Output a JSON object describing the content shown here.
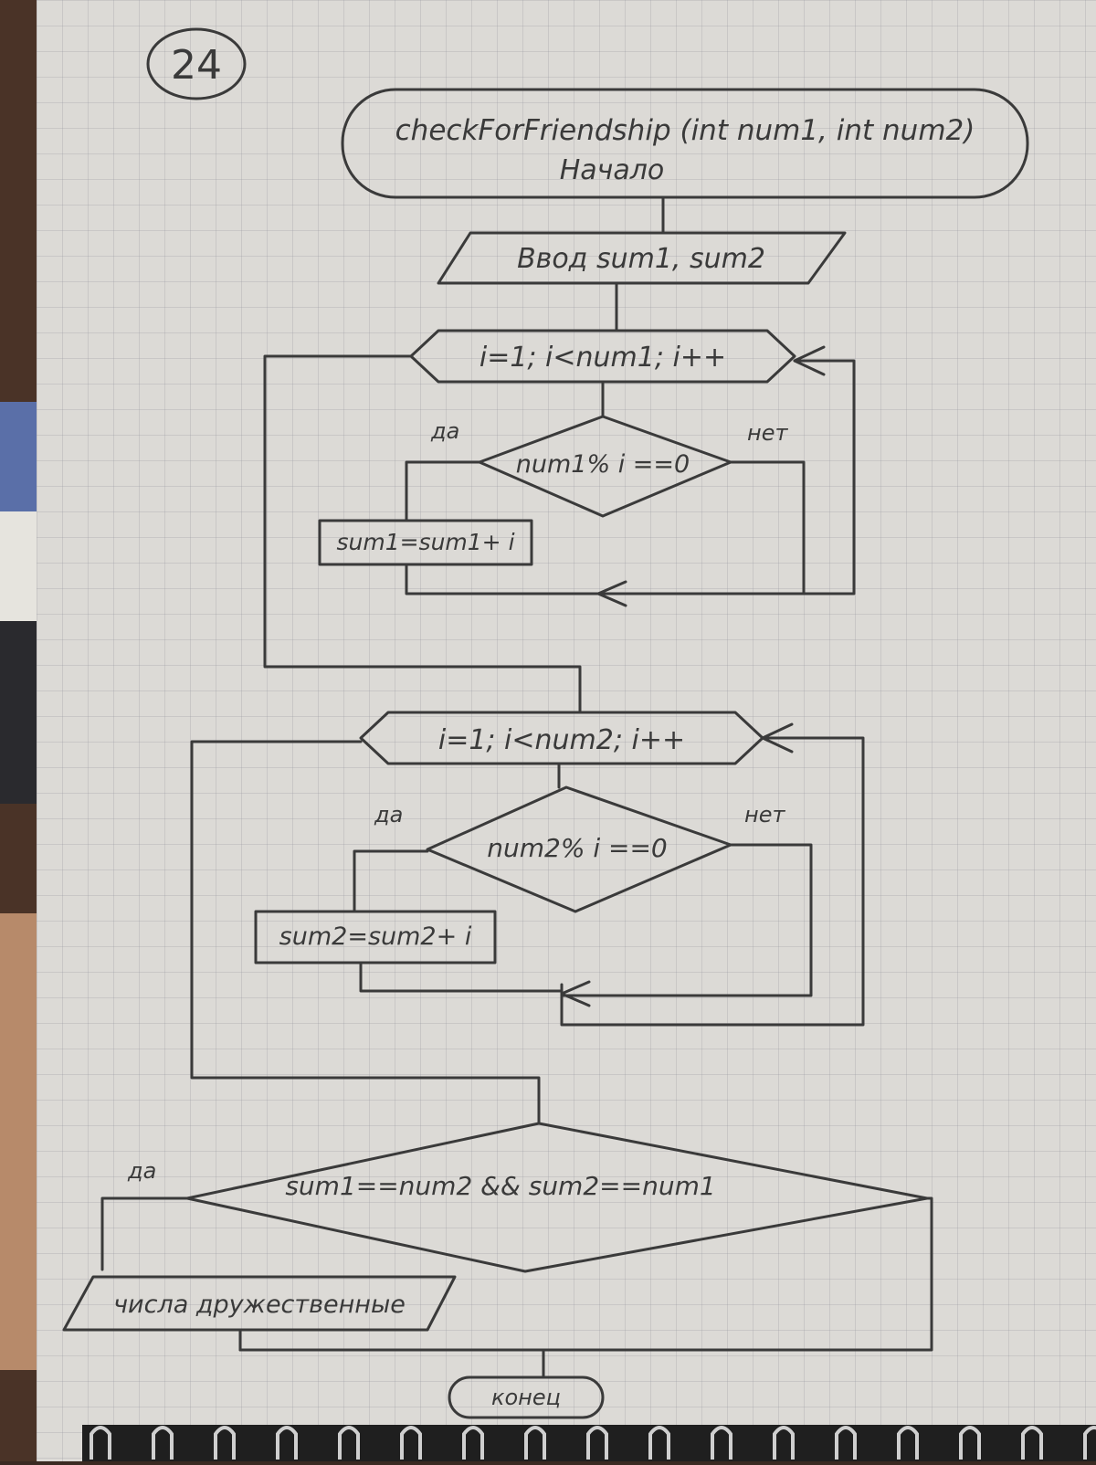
{
  "page_number": "24",
  "start": {
    "signature": "checkForFriendship (int num1, int num2)",
    "label": "Начало"
  },
  "input": {
    "label": "Ввод sum1, sum2"
  },
  "loop1": {
    "header": "i=1; i<num1; i++",
    "condition": "num1% i ==0",
    "yes": "да",
    "no": "нет",
    "action": "sum1=sum1+ i"
  },
  "loop2": {
    "header": "i=1; i<num2; i++",
    "condition": "num2% i ==0",
    "yes": "да",
    "no": "нет",
    "action": "sum2=sum2+ i"
  },
  "final": {
    "condition": "sum1==num2 && sum2==num1",
    "yes": "да",
    "output": "числа дружественные"
  },
  "end": {
    "label": "конец"
  },
  "colors": {
    "paper": "#dcdad6",
    "pencil": "#3a3a3a"
  }
}
